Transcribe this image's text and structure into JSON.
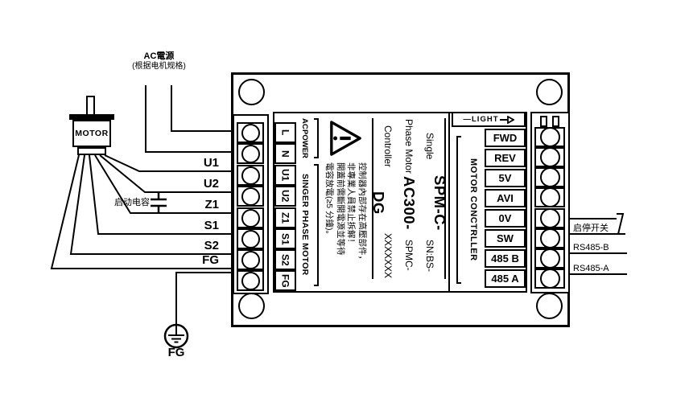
{
  "ac_source": {
    "line1": "AC電源",
    "line2": "(根据电机规格)"
  },
  "motor": {
    "label": "MOTOR"
  },
  "start_capacitor": {
    "label": "启动电容"
  },
  "wire_labels": [
    "U1",
    "U2",
    "Z1",
    "S1",
    "S2",
    "FG"
  ],
  "ground": {
    "label": "FG"
  },
  "board": {
    "power_terminals": [
      "L",
      "N",
      "U1",
      "U2",
      "Z1",
      "S1",
      "S2",
      "FG"
    ],
    "groups": {
      "ac_power_line1": "AC",
      "ac_power_line2": "POWER",
      "motor_phase": "SINGER PHASE MOTOR",
      "controller": "MOTOR CONCTRLLER"
    },
    "warning": {
      "line1": "控制器內部存在高壓部件，",
      "line2": "非專業人員禁止拆解！",
      "line3": "開蓋前需斷開電源並等待",
      "line4": "電容放電(≥5 分鐘)。"
    },
    "nameplate": {
      "product": "Single Phase Motor Controller",
      "model": "SPM-C-AC300-DG",
      "serial": "SN:BS-SPMC-XXXXXXX"
    },
    "light": {
      "label": "—LIGHT"
    },
    "control_terminals": [
      "FWD",
      "REV",
      "5V",
      "AVI",
      "0V",
      "SW",
      "485 B",
      "485 A"
    ]
  },
  "external": {
    "switch_label": "启停开关",
    "rs485_b": "RS485-B",
    "rs485_a": "RS485-A"
  },
  "colors": {
    "ink": "#000000",
    "background": "#ffffff"
  }
}
